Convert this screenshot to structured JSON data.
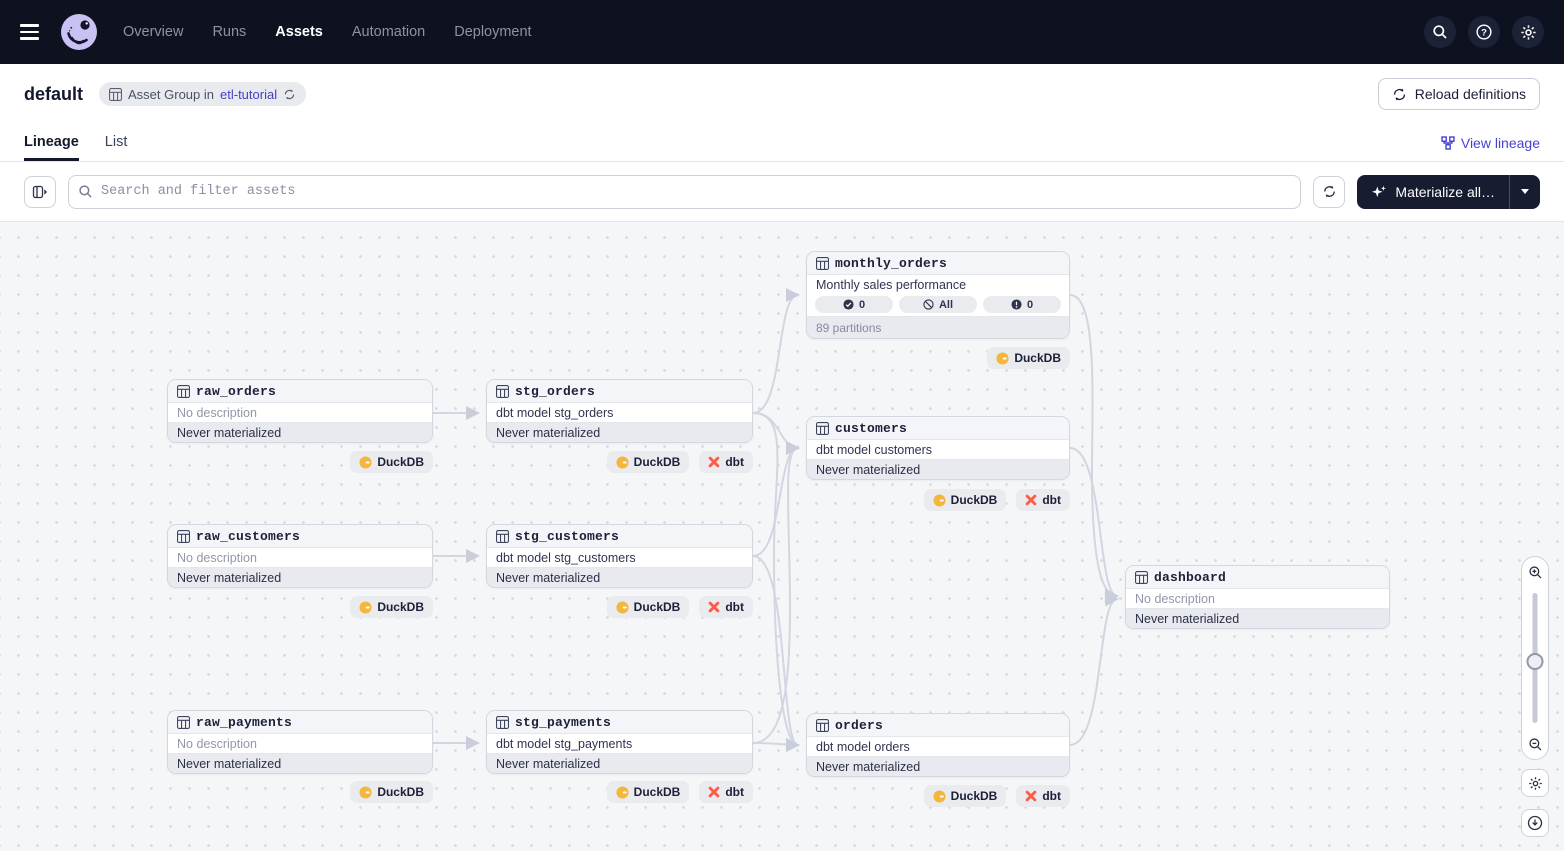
{
  "nav": {
    "items": [
      "Overview",
      "Runs",
      "Assets",
      "Automation",
      "Deployment"
    ],
    "active_item": "Assets"
  },
  "header": {
    "title": "default",
    "badge": {
      "label": "Asset Group in",
      "link": "etl-tutorial"
    },
    "reload_button": "Reload definitions"
  },
  "tabs": {
    "lineage": "Lineage",
    "list": "List",
    "view_lineage": "View lineage"
  },
  "toolbar": {
    "search_placeholder": "Search and filter assets",
    "materialize_button": "Materialize all…"
  },
  "badge_labels": {
    "duckdb": "DuckDB",
    "dbt": "dbt"
  },
  "graph": {
    "nodes": [
      {
        "id": "monthly_orders",
        "title": "monthly_orders",
        "description": "Monthly sales performance",
        "pills": [
          {
            "icon": "check-circle",
            "label": "0"
          },
          {
            "icon": "slash-circle",
            "label": "All"
          },
          {
            "icon": "alert-circle",
            "label": "0"
          }
        ],
        "footer": "89 partitions",
        "badges": [
          "DuckDB"
        ]
      },
      {
        "id": "raw_orders",
        "title": "raw_orders",
        "description": "No description",
        "status": "Never materialized",
        "badges": [
          "DuckDB"
        ]
      },
      {
        "id": "stg_orders",
        "title": "stg_orders",
        "description": "dbt model stg_orders",
        "status": "Never materialized",
        "badges": [
          "DuckDB",
          "dbt"
        ]
      },
      {
        "id": "customers",
        "title": "customers",
        "description": "dbt model customers",
        "status": "Never materialized",
        "badges": [
          "DuckDB",
          "dbt"
        ]
      },
      {
        "id": "raw_customers",
        "title": "raw_customers",
        "description": "No description",
        "status": "Never materialized",
        "badges": [
          "DuckDB"
        ]
      },
      {
        "id": "stg_customers",
        "title": "stg_customers",
        "description": "dbt model stg_customers",
        "status": "Never materialized",
        "badges": [
          "DuckDB",
          "dbt"
        ]
      },
      {
        "id": "dashboard",
        "title": "dashboard",
        "description": "No description",
        "status": "Never materialized",
        "badges": []
      },
      {
        "id": "raw_payments",
        "title": "raw_payments",
        "description": "No description",
        "status": "Never materialized",
        "badges": [
          "DuckDB"
        ]
      },
      {
        "id": "stg_payments",
        "title": "stg_payments",
        "description": "dbt model stg_payments",
        "status": "Never materialized",
        "badges": [
          "DuckDB",
          "dbt"
        ]
      },
      {
        "id": "orders",
        "title": "orders",
        "description": "dbt model orders",
        "status": "Never materialized",
        "badges": [
          "DuckDB",
          "dbt"
        ]
      }
    ]
  },
  "colors": {
    "nav_bg": "#0D1120",
    "accent_indigo": "#4742D1",
    "duckdb_yellow": "#F6B63C",
    "dbt_orange": "#FF5B45",
    "edge_gray": "#D2D6E0"
  }
}
